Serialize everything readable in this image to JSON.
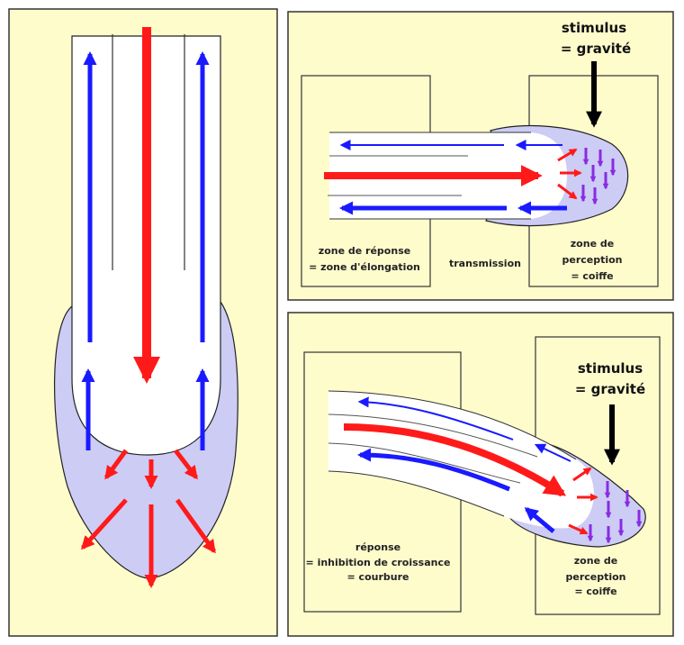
{
  "colors": {
    "background": "#fffccc",
    "root_cap": "#ccccf5",
    "auxin_down": "#ff1a1a",
    "auxin_up": "#1a1aff",
    "statoliths": "#8a2be2",
    "gravity_arrow": "#000000"
  },
  "top_panel": {
    "stimulus": "stimulus",
    "gravity": "= gravité",
    "response_zone": [
      "zone de réponse",
      "= zone d'élongation"
    ],
    "transmission": "transmission",
    "perception_zone": [
      "zone de",
      "perception",
      "= coiffe"
    ]
  },
  "bottom_panel": {
    "stimulus": "stimulus",
    "gravity": "= gravité",
    "response_zone": [
      "réponse",
      "= inhibition de croissance",
      "= courbure"
    ],
    "perception_zone": [
      "zone de",
      "perception",
      "= coiffe"
    ]
  }
}
